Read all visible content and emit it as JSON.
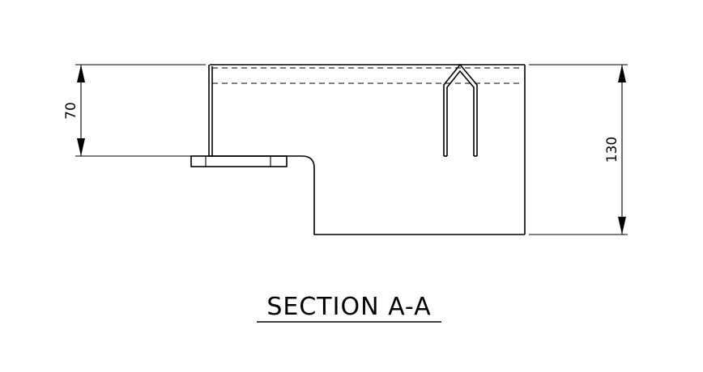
{
  "drawing": {
    "title": "SECTION A-A",
    "dimensions": {
      "left": "70",
      "right": "130"
    }
  }
}
